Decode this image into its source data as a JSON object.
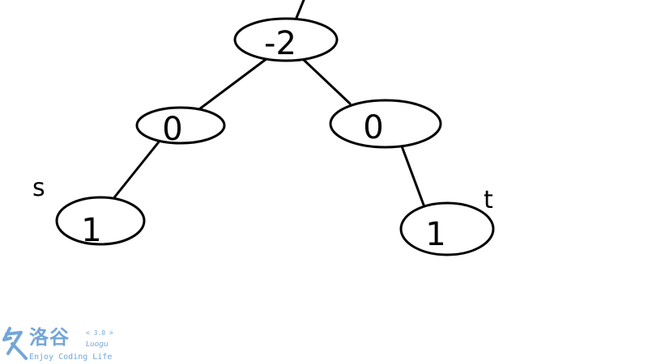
{
  "tree": {
    "nodes": [
      {
        "id": "root",
        "value": "-2"
      },
      {
        "id": "left-child",
        "value": "0"
      },
      {
        "id": "right-child",
        "value": "0"
      },
      {
        "id": "s-node",
        "value": "1"
      },
      {
        "id": "t-node",
        "value": "1"
      }
    ],
    "edges": [
      {
        "from": "root",
        "to": "left-child"
      },
      {
        "from": "root",
        "to": "right-child"
      },
      {
        "from": "left-child",
        "to": "s-node"
      },
      {
        "from": "right-child",
        "to": "t-node"
      }
    ],
    "labels": {
      "s": "s",
      "t": "t"
    }
  },
  "watermark": {
    "name": "洛谷",
    "version": "< 3.0 >",
    "latin": "Luogu",
    "tagline": "Enjoy Coding Life",
    "color": "#74a6d6"
  }
}
